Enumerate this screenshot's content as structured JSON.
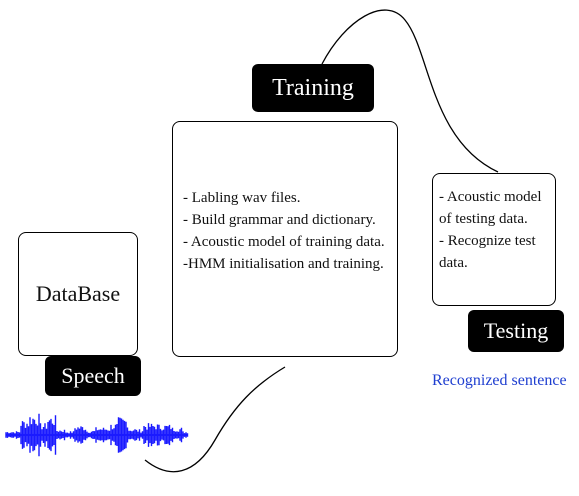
{
  "database_box": {
    "label": "DataBase"
  },
  "speech_tag": {
    "label": "Speech"
  },
  "training_tag": {
    "label": "Training"
  },
  "training_box": {
    "lines": [
      "- Labling wav files.",
      "- Build grammar and dictionary.",
      "- Acoustic model of training data.",
      "-HMM initialisation and training."
    ]
  },
  "testing_box": {
    "lines": [
      "- Acoustic model",
      "of testing data.",
      "- Recognize test",
      "data."
    ]
  },
  "testing_tag": {
    "label": "Testing"
  },
  "output": {
    "label": "Recognized sentence",
    "color": "#1f3fd0"
  },
  "waveform": {
    "color": "#1a1aff"
  }
}
